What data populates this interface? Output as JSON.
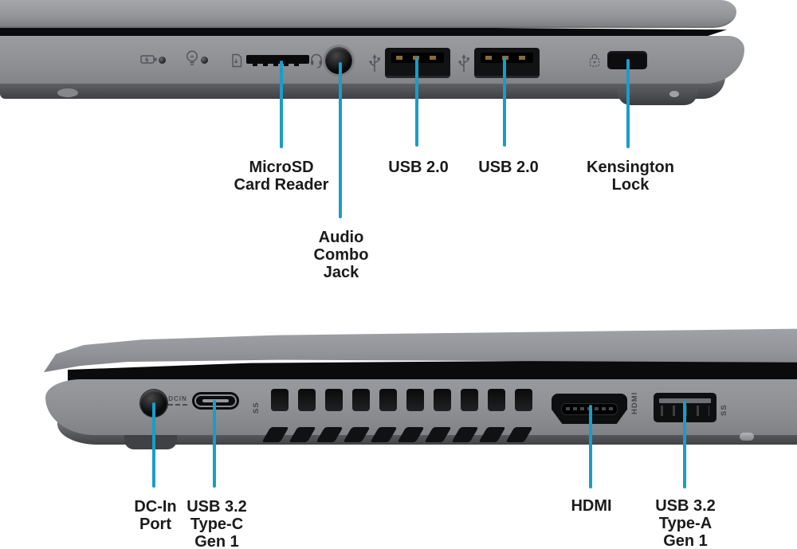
{
  "accent": {
    "callout_line_color": "#1b9cc8",
    "label_color": "#1a1a1a"
  },
  "top_view": {
    "name": "laptop-right-side",
    "callouts": [
      {
        "id": "microsd-card-reader",
        "lines": [
          "MicroSD",
          "Card Reader"
        ]
      },
      {
        "id": "audio-combo-jack",
        "lines": [
          "Audio",
          "Combo",
          "Jack"
        ]
      },
      {
        "id": "usb-2-0-port-1",
        "lines": [
          "USB 2.0"
        ]
      },
      {
        "id": "usb-2-0-port-2",
        "lines": [
          "USB 2.0"
        ]
      },
      {
        "id": "kensington-lock",
        "lines": [
          "Kensington",
          "Lock"
        ]
      }
    ]
  },
  "bottom_view": {
    "name": "laptop-left-side",
    "callouts": [
      {
        "id": "dc-in-port",
        "lines": [
          "DC-In",
          "Port"
        ]
      },
      {
        "id": "usb-3-2-type-c-gen-1",
        "lines": [
          "USB 3.2",
          "Type-C",
          "Gen 1"
        ]
      },
      {
        "id": "hdmi-port",
        "lines": [
          "HDMI"
        ]
      },
      {
        "id": "usb-3-2-type-a-gen-1",
        "lines": [
          "USB 3.2",
          "Type-A",
          "Gen 1"
        ]
      }
    ],
    "device_markings": {
      "dc_in": "DCIN",
      "hdmi": "HDMI",
      "usb_c_speed": "SS",
      "usb_a_speed": "SS"
    }
  }
}
